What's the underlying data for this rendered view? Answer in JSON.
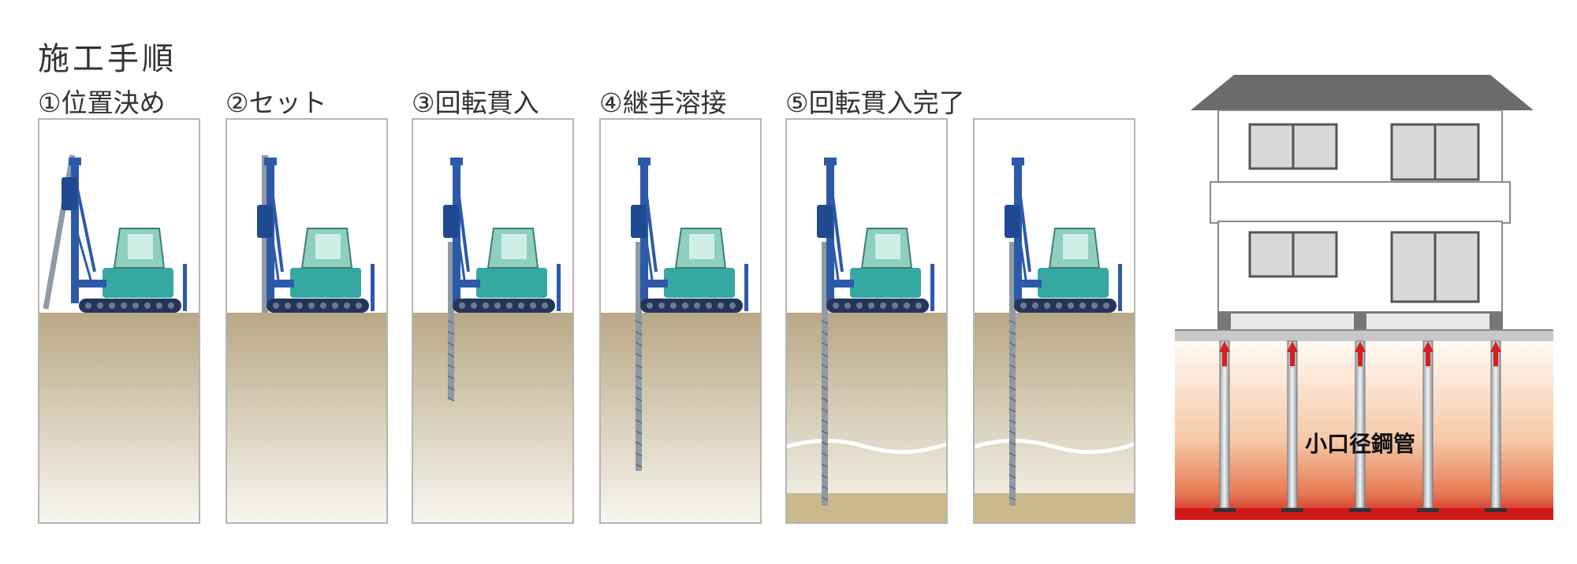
{
  "title": "施工手順",
  "steps": [
    {
      "label": "①位置決め"
    },
    {
      "label": "②セット"
    },
    {
      "label": "③回転貫入"
    },
    {
      "label": "④継手溶接"
    },
    {
      "label": "⑤回転貫入完了"
    }
  ],
  "panels": [
    {
      "stage": "positioning",
      "pile_depth": 0,
      "bearing_layer": false
    },
    {
      "stage": "set",
      "pile_depth": 0,
      "bearing_layer": false
    },
    {
      "stage": "rotary-penetration",
      "pile_depth": 0.45,
      "bearing_layer": false
    },
    {
      "stage": "joint-welding",
      "pile_depth": 0.82,
      "bearing_layer": false
    },
    {
      "stage": "penetration-complete",
      "pile_depth": 1.0,
      "bearing_layer": true
    },
    {
      "stage": "penetration-complete",
      "pile_depth": 1.0,
      "bearing_layer": true
    }
  ],
  "house": {
    "pile_label": "小口径鋼管",
    "pile_count": 5
  },
  "colors": {
    "ground_top": "#b8a886",
    "ground_bottom": "#f8f6ef",
    "rig_blue": "#2d5aa8",
    "rig_teal": "#35a8a2",
    "cab_green": "#8fcfc0",
    "pile_gray": "#8f9aa5",
    "roof": "#6b6b6b",
    "foundation_red": "#d42020"
  }
}
